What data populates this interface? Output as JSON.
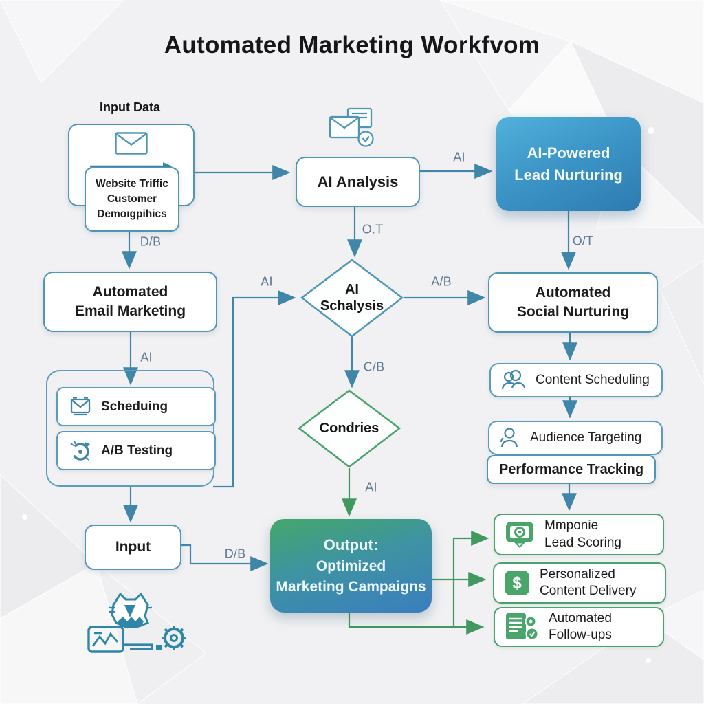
{
  "title": "Automated Marketing Workfvom",
  "colors": {
    "teal_border": "#4e95b6",
    "teal_arrow": "#3f86a8",
    "green_border": "#4aa36c",
    "green_arrow": "#42995f",
    "blue_box_gradient": [
      "#51b1dc",
      "#2d7bb0"
    ],
    "output_box_gradient": [
      "#45a76a",
      "#3a7ec0"
    ],
    "edge_label_text": "#5f7891"
  },
  "nodes": {
    "input_data_title": "Input Data",
    "website_traffic_lines": [
      "Website Triffic",
      "Customer",
      "Demoıgpihics"
    ],
    "ai_analysis": "AI Analysis",
    "lead_nurturing_lines": [
      "AI-Powered",
      "Lead Nurturing"
    ],
    "email_marketing_lines": [
      "Automated",
      "Email Marketing"
    ],
    "ai_schalysis_lines": [
      "AI",
      "Schalysis"
    ],
    "social_nurturing_lines": [
      "Automated",
      "Social Nurturing"
    ],
    "scheduling": "Scheduing",
    "ab_testing": "A/B Testing",
    "content_scheduling": "Content Scheduling",
    "audience_targeting": "Audience Targeting",
    "performance_tracking": "Performance Tracking",
    "condries": "Condries",
    "input": "Input",
    "output_lines": [
      "Output:",
      "Optimized",
      "Marketing Campaigns"
    ],
    "lead_scoring_lines": [
      "Mmponie",
      "Lead Scoring"
    ],
    "content_delivery_lines": [
      "Personalized",
      "Content Delivery"
    ],
    "follow_ups_lines": [
      "Automated",
      "Follow-ups"
    ]
  },
  "edge_labels": {
    "input_to_email": "D/B",
    "email_to_tools": "AI",
    "tools_to_schalysis": "AI",
    "analysis_to_schalysis": "O.T",
    "analysis_to_nurturing": "AI",
    "nurturing_to_social": "O/T",
    "schalysis_to_social": "A/B",
    "schalysis_to_condries": "C/B",
    "condries_to_output": "AI",
    "input_to_output": "D/B"
  },
  "icons": {
    "dollar_glyph": "$"
  }
}
